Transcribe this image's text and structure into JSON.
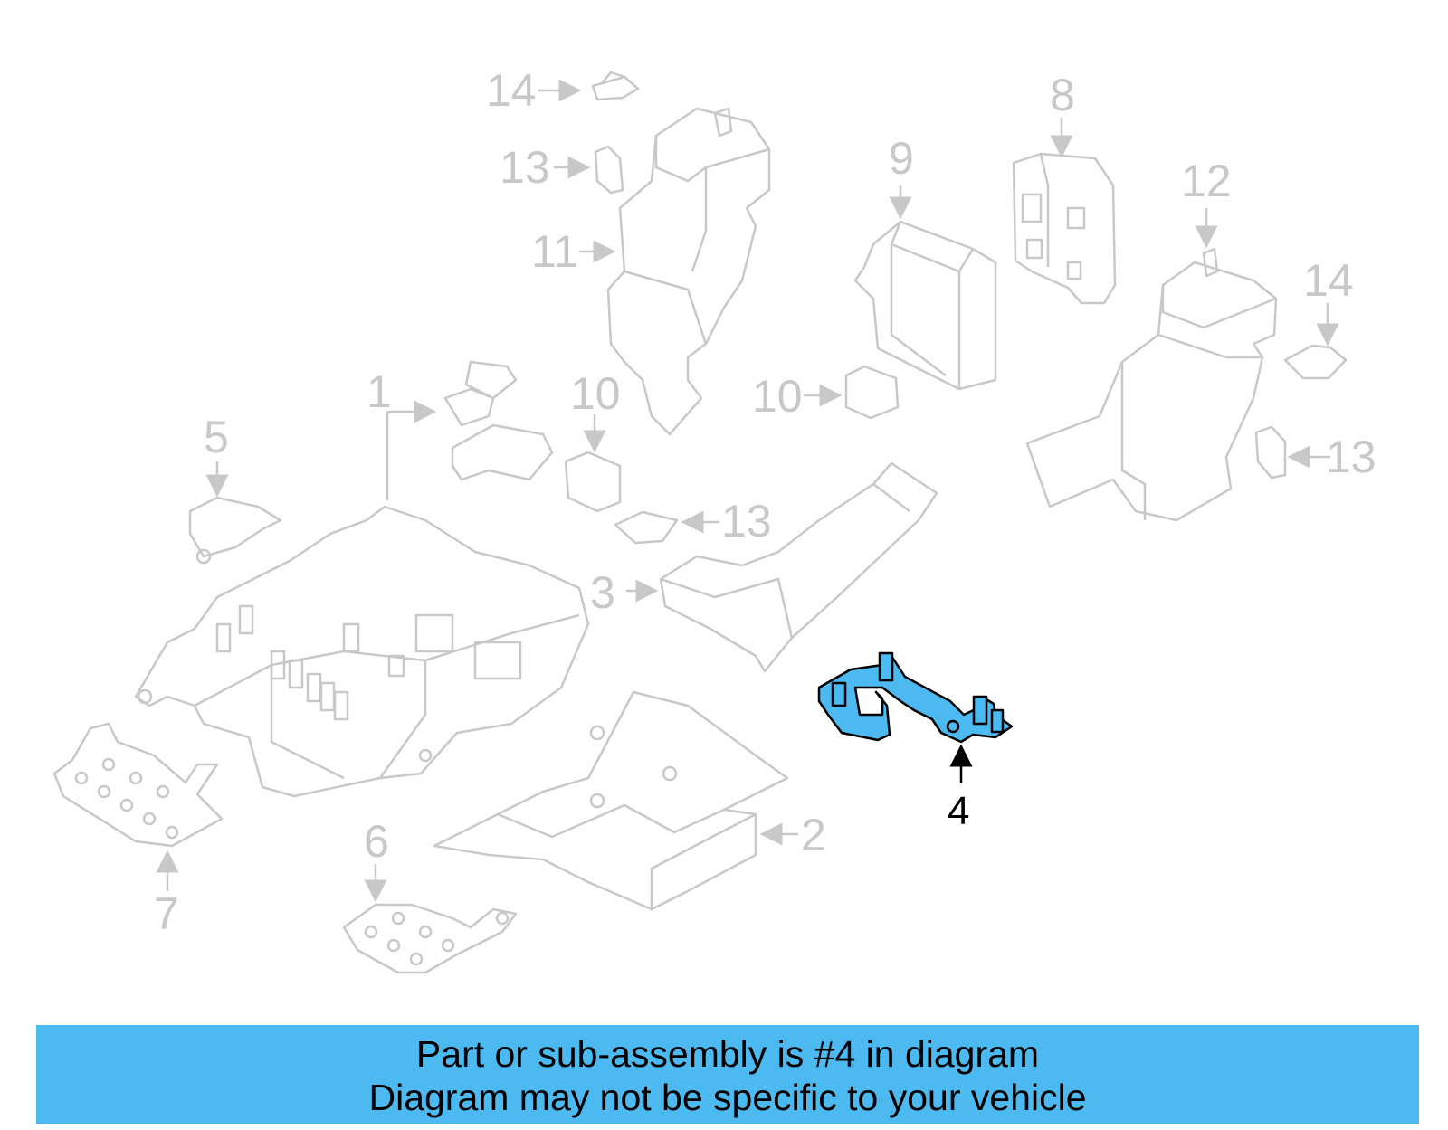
{
  "diagram": {
    "highlight_color": "#4cb9f0",
    "inactive_color": "#c8c8c8",
    "active_color": "#000000",
    "callouts": [
      {
        "id": "14a",
        "label": "14"
      },
      {
        "id": "13a",
        "label": "13"
      },
      {
        "id": "11",
        "label": "11"
      },
      {
        "id": "8",
        "label": "8"
      },
      {
        "id": "9",
        "label": "9"
      },
      {
        "id": "12",
        "label": "12"
      },
      {
        "id": "14b",
        "label": "14"
      },
      {
        "id": "1",
        "label": "1"
      },
      {
        "id": "10a",
        "label": "10"
      },
      {
        "id": "10b",
        "label": "10"
      },
      {
        "id": "5",
        "label": "5"
      },
      {
        "id": "13b",
        "label": "13"
      },
      {
        "id": "13c",
        "label": "13"
      },
      {
        "id": "3",
        "label": "3"
      },
      {
        "id": "4",
        "label": "4",
        "highlighted": true
      },
      {
        "id": "2",
        "label": "2"
      },
      {
        "id": "6",
        "label": "6"
      },
      {
        "id": "7",
        "label": "7"
      }
    ]
  },
  "caption": {
    "line1": "Part or sub-assembly is #4 in diagram",
    "line2": "Diagram may not be specific to your vehicle"
  }
}
